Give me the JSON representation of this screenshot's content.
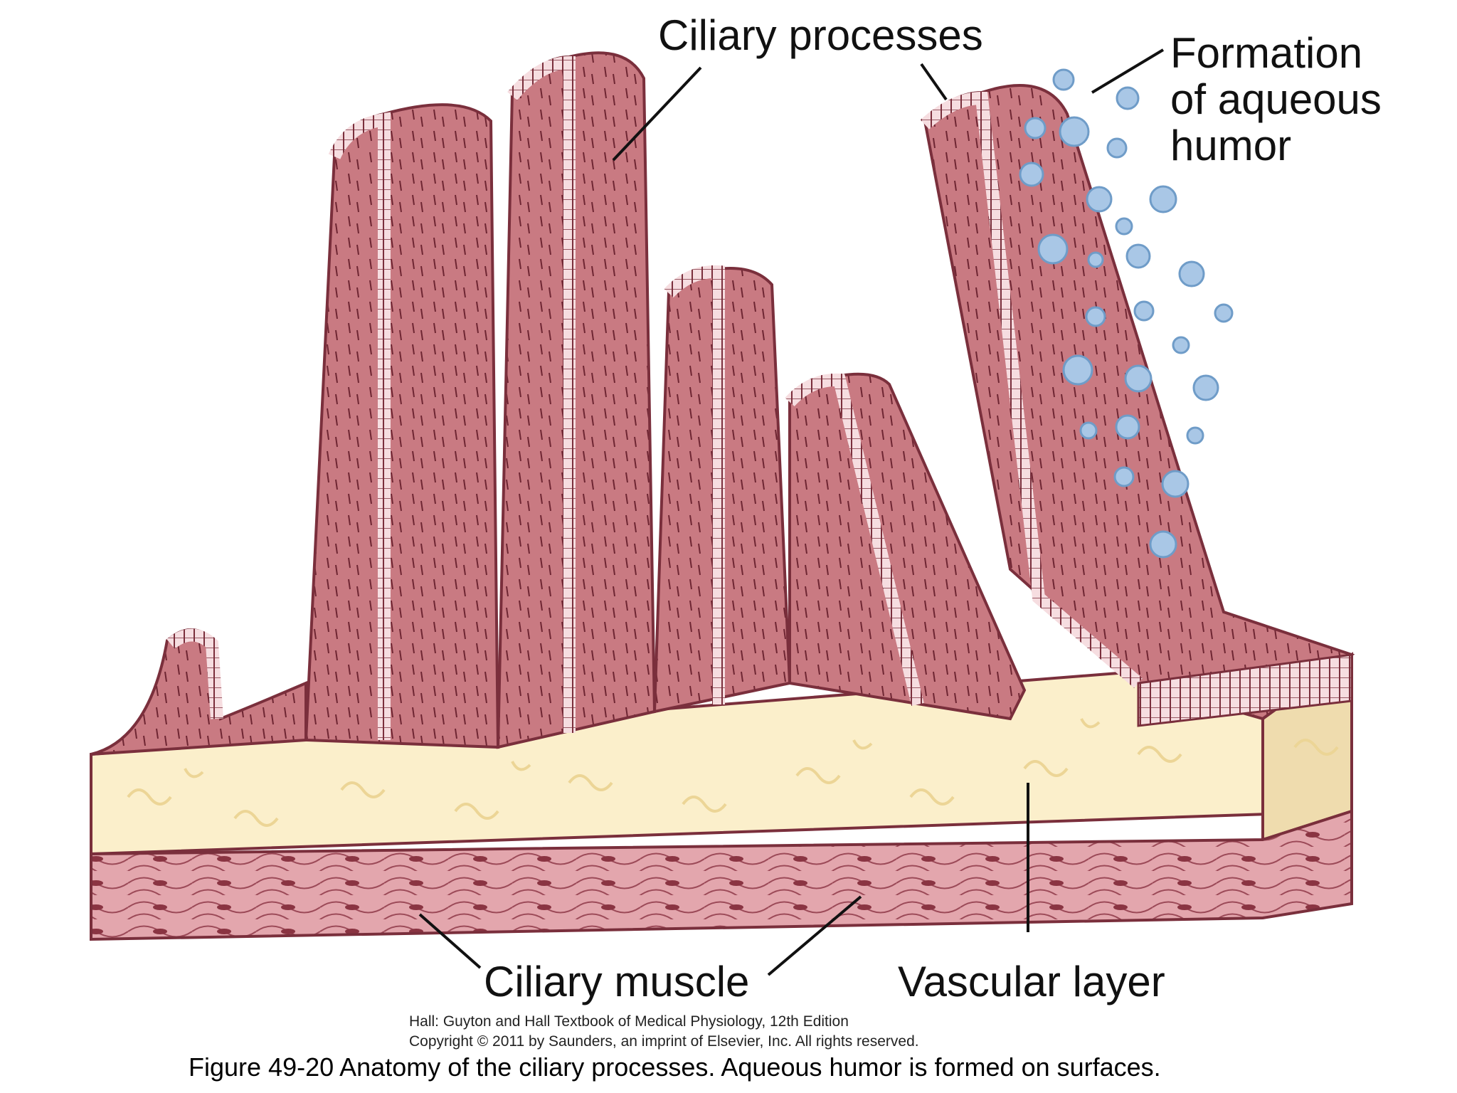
{
  "labels": {
    "ciliary_processes": "Ciliary processes",
    "formation_line1": "Formation",
    "formation_line2": "of aqueous",
    "formation_line3": "humor",
    "ciliary_muscle": "Ciliary muscle",
    "vascular_layer": "Vascular layer"
  },
  "credit": {
    "line1": "Hall: Guyton and Hall Textbook of Medical Physiology, 12th Edition",
    "line2": "Copyright © 2011 by Saunders, an imprint of Elsevier, Inc. All rights reserved."
  },
  "caption": "Figure 49-20 Anatomy of the ciliary processes. Aqueous humor is formed on surfaces.",
  "colors": {
    "process_fill": "#c97a82",
    "process_stroke": "#7a2f3c",
    "epithelium": "#f6dde0",
    "stroma": "#fbefcb",
    "stroma_squiggle": "#ecd596",
    "muscle": "#e3a6ad",
    "muscle_line": "#9c4a58",
    "droplet": "#a9c7e6",
    "droplet_edge": "#6f9cc8"
  }
}
